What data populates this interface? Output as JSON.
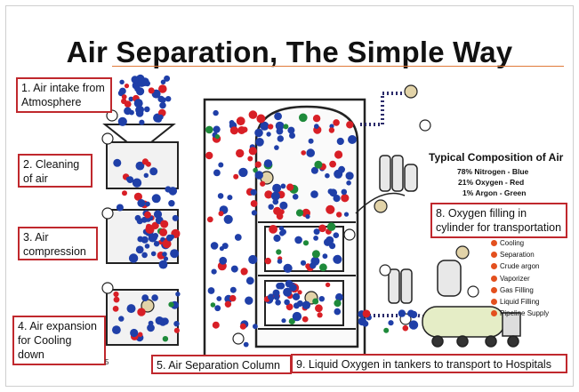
{
  "title": "Air Separation, The Simple Way",
  "callouts": {
    "c1": "1. Air intake from Atmosphere",
    "c2": "2. Cleaning of air",
    "c3": "3. Air compression",
    "c4": "4. Air expansion for Cooling down",
    "c5": "5. Air Separation Column",
    "c8": "8. Oxygen filling in cylinder for transportation",
    "c9": "9. Liquid Oxygen in tankers to transport to Hospitals"
  },
  "legend": {
    "title": "Typical Composition of Air",
    "nitrogen": "78% Nitrogen - Blue",
    "oxygen": "21% Oxygen  - Red",
    "argon": "1%  Argon - Green"
  },
  "steps": [
    "Cooling",
    "Separation",
    "Crude argon",
    "Vaporizer",
    "Gas Filling",
    "Liquid Filling",
    "Pipeline Supply"
  ],
  "page_mark": "5",
  "colors": {
    "nitrogen": "#1f3fa8",
    "oxygen": "#d81f26",
    "argon": "#1e8a3a",
    "callout_border": "#c0282d",
    "accent_rule": "#e07a3a"
  }
}
